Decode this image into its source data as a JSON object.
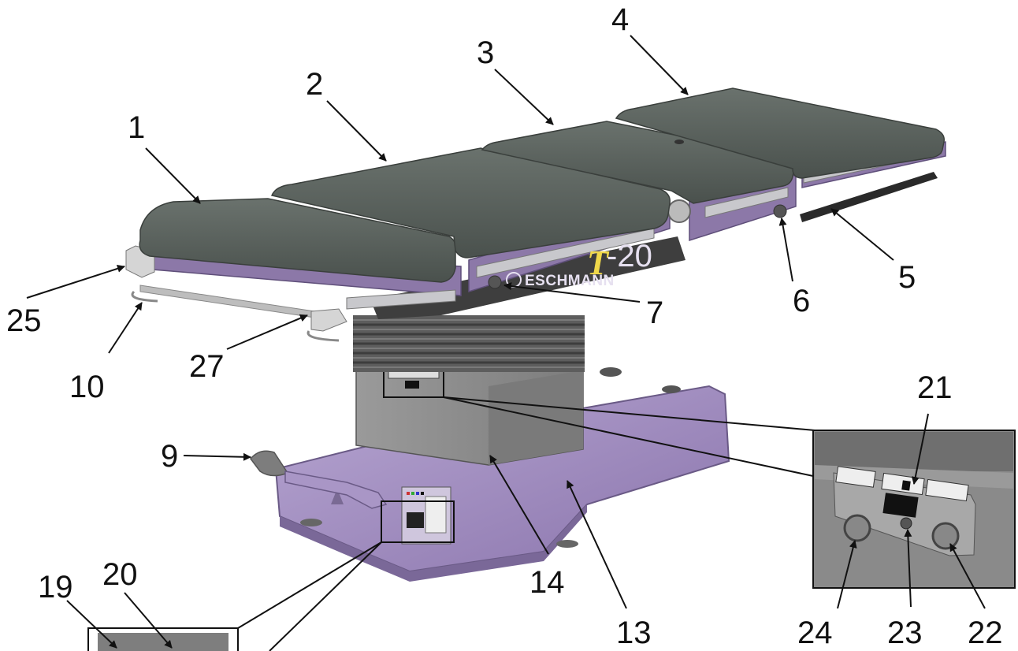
{
  "figure": {
    "brand": "ESCHMANN",
    "model_prefix": "T",
    "model_suffix": "-20",
    "colors": {
      "pad": "#58605b",
      "pad_dark": "#454b47",
      "frame": "#8c78a8",
      "base": "#9c88bd",
      "bellows": "#5d5d5d",
      "column": "#8e8e8e",
      "rail": "#c8c8cc",
      "inset_bg": "#8a8a8a"
    }
  },
  "callouts": [
    {
      "id": "c1",
      "label": "1"
    },
    {
      "id": "c2",
      "label": "2"
    },
    {
      "id": "c3",
      "label": "3"
    },
    {
      "id": "c4",
      "label": "4"
    },
    {
      "id": "c5",
      "label": "5"
    },
    {
      "id": "c6",
      "label": "6"
    },
    {
      "id": "c7",
      "label": "7"
    },
    {
      "id": "c9",
      "label": "9"
    },
    {
      "id": "c10",
      "label": "10"
    },
    {
      "id": "c13",
      "label": "13"
    },
    {
      "id": "c14",
      "label": "14"
    },
    {
      "id": "c19",
      "label": "19"
    },
    {
      "id": "c20",
      "label": "20"
    },
    {
      "id": "c21",
      "label": "21"
    },
    {
      "id": "c22",
      "label": "22"
    },
    {
      "id": "c23",
      "label": "23"
    },
    {
      "id": "c24",
      "label": "24"
    },
    {
      "id": "c25",
      "label": "25"
    },
    {
      "id": "c27",
      "label": "27"
    }
  ]
}
